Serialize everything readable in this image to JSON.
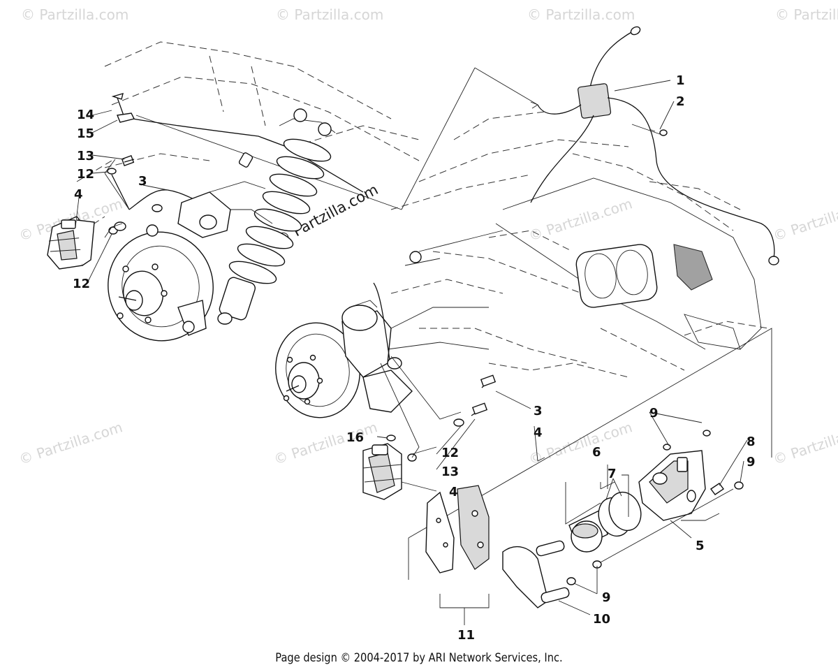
{
  "watermark": {
    "text": "© Partzilla.com",
    "center_text": "© Partzilla.com"
  },
  "callouts": [
    {
      "id": "c1",
      "label": "1"
    },
    {
      "id": "c2",
      "label": "2"
    },
    {
      "id": "c3a",
      "label": "3"
    },
    {
      "id": "c3b",
      "label": "3"
    },
    {
      "id": "c4a",
      "label": "4"
    },
    {
      "id": "c4b",
      "label": "4"
    },
    {
      "id": "c4c",
      "label": "4"
    },
    {
      "id": "c5",
      "label": "5"
    },
    {
      "id": "c6",
      "label": "6"
    },
    {
      "id": "c7",
      "label": "7"
    },
    {
      "id": "c8",
      "label": "8"
    },
    {
      "id": "c9a",
      "label": "9"
    },
    {
      "id": "c9b",
      "label": "9"
    },
    {
      "id": "c9c",
      "label": "9"
    },
    {
      "id": "c10",
      "label": "10"
    },
    {
      "id": "c11",
      "label": "11"
    },
    {
      "id": "c12a",
      "label": "12"
    },
    {
      "id": "c12b",
      "label": "12"
    },
    {
      "id": "c12c",
      "label": "12"
    },
    {
      "id": "c13a",
      "label": "13"
    },
    {
      "id": "c13b",
      "label": "13"
    },
    {
      "id": "c14",
      "label": "14"
    },
    {
      "id": "c15",
      "label": "15"
    },
    {
      "id": "c16",
      "label": "16"
    }
  ],
  "footer": {
    "text": "Page design © 2004-2017 by ARI Network Services, Inc."
  }
}
